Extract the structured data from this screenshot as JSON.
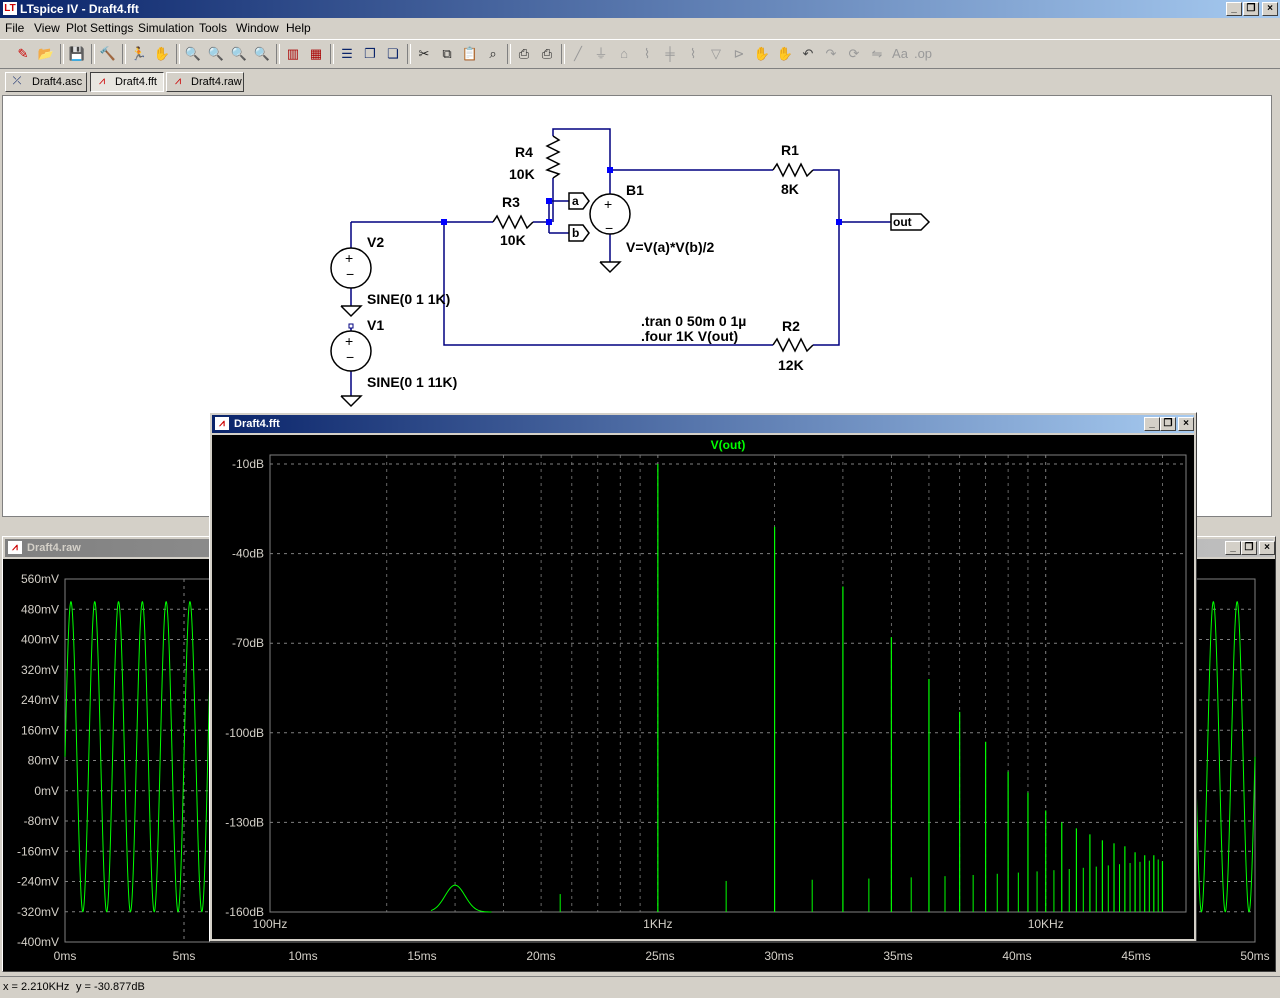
{
  "app": {
    "title": "LTspice IV - Draft4.fft",
    "logo": "LT"
  },
  "menu": [
    "File",
    "View",
    "Plot Settings",
    "Simulation",
    "Tools",
    "Window",
    "Help"
  ],
  "tabs": [
    {
      "label": "Draft4.asc",
      "icon": "schematic-icon"
    },
    {
      "label": "Draft4.fft",
      "icon": "waveform-icon"
    },
    {
      "label": "Draft4.raw",
      "icon": "waveform-icon"
    }
  ],
  "schematic": {
    "r4": {
      "name": "R4",
      "value": "10K"
    },
    "r3": {
      "name": "R3",
      "value": "10K"
    },
    "r1": {
      "name": "R1",
      "value": "8K"
    },
    "r2": {
      "name": "R2",
      "value": "12K"
    },
    "b1": {
      "name": "B1",
      "expr": "V=V(a)*V(b)/2"
    },
    "v2": {
      "name": "V2",
      "value": "SINE(0 1 1K)"
    },
    "v1": {
      "name": "V1",
      "value": "SINE(0 1 11K)"
    },
    "labels": {
      "a": "a",
      "b": "b",
      "out": "out"
    },
    "directive1": ".tran 0 50m 0 1µ",
    "directive2": ".four 1K V(out)"
  },
  "raw_window": {
    "title": "Draft4.raw",
    "chart_data": {
      "type": "line",
      "title": "",
      "xlabel": "",
      "ylabel": "",
      "x_ticks": [
        "0ms",
        "5ms",
        "10ms",
        "15ms",
        "20ms",
        "25ms",
        "30ms",
        "35ms",
        "40ms",
        "45ms",
        "50ms"
      ],
      "y_ticks": [
        "560mV",
        "480mV",
        "400mV",
        "320mV",
        "240mV",
        "160mV",
        "80mV",
        "0mV",
        "-80mV",
        "-160mV",
        "-240mV",
        "-320mV",
        "-400mV"
      ],
      "xlim": [
        0,
        50
      ],
      "ylim": [
        -400,
        560
      ],
      "series": [
        {
          "frequency_hz": 1000,
          "min": -320,
          "max": 500
        }
      ]
    }
  },
  "fft_window": {
    "title": "Draft4.fft",
    "chart_data": {
      "type": "line",
      "title": "V(out)",
      "x_scale": "log",
      "xlim": [
        100,
        23000
      ],
      "ylim": [
        -160,
        0
      ],
      "x_ticks": [
        "100Hz",
        "1KHz",
        "10KHz"
      ],
      "y_ticks": [
        "-10dB",
        "-40dB",
        "-70dB",
        "-100dB",
        "-130dB",
        "-160dB"
      ],
      "trace_color": "#00ff00",
      "series": [
        {
          "name": "V(out)",
          "spikes_hz_db": [
            [
              1000,
              -10
            ],
            [
              2000,
              -31
            ],
            [
              3000,
              -51
            ],
            [
              4000,
              -68
            ],
            [
              5000,
              -82
            ],
            [
              6000,
              -93
            ],
            [
              7000,
              -103
            ],
            [
              8000,
              -113
            ],
            [
              9000,
              -120
            ],
            [
              10000,
              -126
            ],
            [
              11000,
              -130
            ],
            [
              12000,
              -132
            ],
            [
              13000,
              -134
            ],
            [
              14000,
              -136
            ],
            [
              15000,
              -137
            ],
            [
              16000,
              -138
            ],
            [
              17000,
              -140
            ],
            [
              18000,
              -141
            ],
            [
              19000,
              -141
            ],
            [
              20000,
              -143
            ]
          ]
        }
      ]
    }
  },
  "status": {
    "x": "x = 2.210KHz",
    "y": "y = -30.877dB"
  },
  "colors": {
    "title_active": "#0a246a",
    "wire": "#000080",
    "trace": "#00ff00"
  }
}
